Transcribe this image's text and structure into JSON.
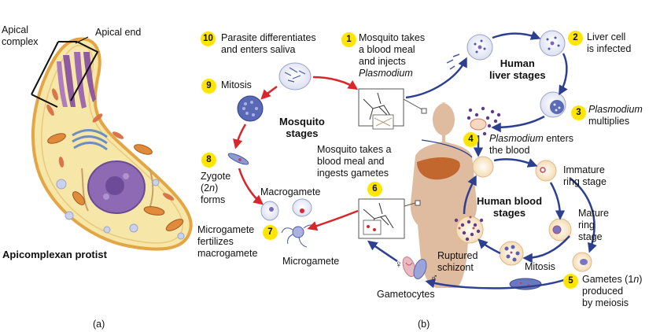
{
  "panel_a": {
    "apical_complex": [
      "Apical",
      "complex"
    ],
    "apical_end": "Apical end",
    "title": "Apicomplexan protist",
    "caption": "(a)"
  },
  "panel_b": {
    "caption": "(b)",
    "groups": {
      "mosquito": [
        "Mosquito",
        "stages"
      ],
      "liver": [
        "Human",
        "liver stages"
      ],
      "blood": [
        "Human blood",
        "stages"
      ]
    },
    "steps": [
      {
        "num": "1",
        "lines": [
          "Mosquito takes",
          "a blood meal",
          "and injects",
          "Plasmodium"
        ]
      },
      {
        "num": "2",
        "lines": [
          "Liver cell",
          "is infected"
        ]
      },
      {
        "num": "3",
        "lines": [
          "Plasmodium",
          "multiplies"
        ]
      },
      {
        "num": "4",
        "lines": [
          "Plasmodium enters",
          "the blood"
        ]
      },
      {
        "num": "5",
        "lines": [
          "Gametes (1n)",
          "produced",
          "by meiosis"
        ]
      },
      {
        "num": "6",
        "lines": [
          "Mosquito takes a",
          "blood meal and",
          "ingests gametes"
        ]
      },
      {
        "num": "7",
        "lines": [
          "Microgamete",
          "fertilizes",
          "macrogamete"
        ]
      },
      {
        "num": "8",
        "lines": [
          "Zygote",
          "(2n)",
          "forms"
        ]
      },
      {
        "num": "9",
        "lines": [
          "Mitosis"
        ]
      },
      {
        "num": "10",
        "lines": [
          "Parasite differentiates",
          "and enters saliva"
        ]
      }
    ],
    "labels": {
      "immature_ring": [
        "Immature",
        "ring stage"
      ],
      "mature_ring": [
        "Mature",
        "ring",
        "stage"
      ],
      "ruptured_schizont": [
        "Ruptured",
        "schizont"
      ],
      "mitosis": "Mitosis",
      "gametocytes": "Gametocytes",
      "macrogamete": "Macrogamete",
      "microgamete": "Microgamete",
      "female_symbol": "♀",
      "male_symbol": "♂"
    }
  },
  "colors": {
    "red_arrow": "#d9262b",
    "blue_arrow": "#2d3f8f",
    "badge": "#ffe600",
    "body": "#ddb79a",
    "liver": "#c2672e",
    "cell_membrane": "#e2a24b",
    "cytoplasm": "#f7ecb8",
    "nucleus": "#7d5aa6"
  }
}
